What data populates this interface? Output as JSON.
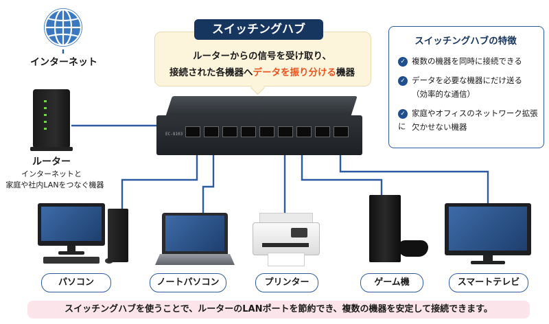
{
  "title": "スイッチングハブ",
  "description": {
    "line1": "ルーターからの信号を受け取り、",
    "line2_pre": "接続された各機器へ",
    "line2_highlight": "データを振り分ける",
    "line2_post": "機器"
  },
  "features": {
    "title": "スイッチングハブの特徴",
    "items": [
      {
        "text": "複数の機器を同時に接続できる",
        "sub": ""
      },
      {
        "text": "データを必要な機器にだけ送る",
        "sub": "（効率的な通信）"
      },
      {
        "text": "家庭やオフィスのネットワーク拡張に",
        "sub": "欠かせない機器"
      }
    ]
  },
  "internet": {
    "label": "インターネット"
  },
  "router": {
    "label": "ルーター",
    "desc_line1": "インターネットと",
    "desc_line2": "家庭や社内LANをつなぐ機器"
  },
  "switch_model": "EC-8103",
  "devices": [
    "パソコン",
    "ノートパソコン",
    "プリンター",
    "ゲーム機",
    "スマートテレビ"
  ],
  "footer": "スイッチングハブを使うことで、ルーターのLANポートを節約でき、複数の機器を安定して接続できます。",
  "colors": {
    "navy": "#17365f",
    "accent": "#e8541d",
    "cable": "#2c5aa0",
    "footer_bg": "#fbe5ea"
  }
}
